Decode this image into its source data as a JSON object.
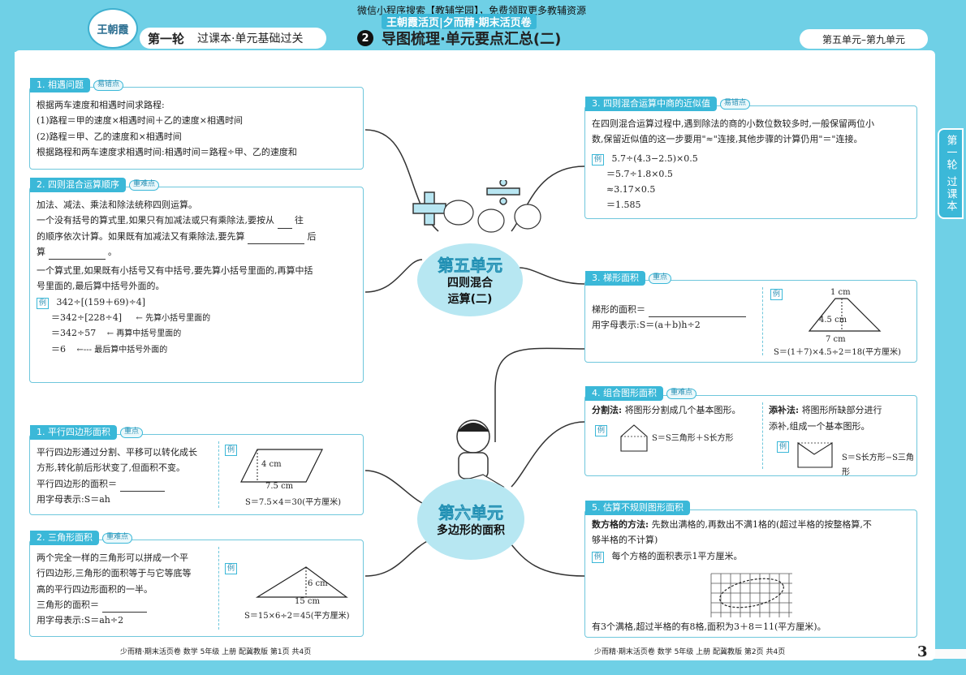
{
  "header": {
    "watermark": "微信小程序搜索【教辅学园】，免费领取更多教辅资源",
    "series": "王朝霞活页|夕而精·期末活页卷",
    "logo": "王朝霞",
    "round": "第一轮",
    "round_desc": "过课本·单元基础过关",
    "section_no": "2",
    "title": "导图梳理·单元要点汇总(二)",
    "range": "第五单元–第九单元"
  },
  "side_tab": "第一轮 过课本",
  "units": [
    {
      "name": "第五单元",
      "sub": "四则混合运算(二)",
      "sub1": "四则混合",
      "sub2": "运算(二)"
    },
    {
      "name": "第六单元",
      "sub": "多边形的面积"
    }
  ],
  "left": {
    "b1": {
      "label": "1. 相遇问题",
      "tag": "易错点",
      "lines": [
        "根据两车速度和相遇时间求路程:",
        "(1)路程＝甲的速度×相遇时间＋乙的速度×相遇时间",
        "(2)路程＝甲、乙的速度和×相遇时间",
        "根据路程和两车速度求相遇时间:相遇时间＝路程÷甲、乙的速度和"
      ]
    },
    "b2": {
      "label": "2. 四则混合运算顺序",
      "tag": "重难点",
      "l1": "加法、减法、乘法和除法统称四则运算。",
      "l2a": "一个没有括号的算式里,如果只有加减法或只有乘除法,要按从",
      "l2b": "往",
      "l3a": "的顺序依次计算。如果既有加减法又有乘除法,要先算",
      "l3b": "后",
      "l4a": "算",
      "l4b": "。",
      "l5": "一个算式里,如果既有小括号又有中括号,要先算小括号里面的,再算中括",
      "l6": "号里面的,最后算中括号外面的。",
      "ex": "例",
      "e1": "342÷[(159＋69)÷4]",
      "e2": "＝342÷[228÷4]",
      "n2": "先算小括号里面的",
      "e3": "＝342÷57",
      "n3": "再算中括号里面的",
      "e4": "＝6",
      "n4": "最后算中括号外面的"
    },
    "b3": {
      "label": "1. 平行四边形面积",
      "tag": "重点",
      "lines": [
        "平行四边形通过分割、平移可以转化成长",
        "方形,转化前后形状变了,但面积不变。"
      ],
      "formula_label": "平行四边形的面积＝",
      "letters": "用字母表示:S＝ah",
      "ex": "例",
      "dim_h": "4 cm",
      "dim_b": "7.5 cm",
      "result": "S＝7.5×4＝30(平方厘米)"
    },
    "b4": {
      "label": "2. 三角形面积",
      "tag": "重难点",
      "lines": [
        "两个完全一样的三角形可以拼成一个平",
        "行四边形,三角形的面积等于与它等底等",
        "高的平行四边形面积的一半。"
      ],
      "formula_label": "三角形的面积＝",
      "letters": "用字母表示:S＝ah÷2",
      "ex": "例",
      "dim_h": "6 cm",
      "dim_b": "15 cm",
      "result": "S＝15×6÷2＝45(平方厘米)"
    }
  },
  "right": {
    "b1": {
      "label": "3. 四则混合运算中商的近似值",
      "tag": "易错点",
      "l1": "在四则混合运算过程中,遇到除法的商的小数位数较多时,一般保留两位小",
      "l2": "数,保留近似值的这一步要用\"≈\"连接,其他步骤的计算仍用\"＝\"连接。",
      "ex": "例",
      "steps": [
        "5.7÷(4.3−2.5)×0.5",
        "＝5.7÷1.8×0.5",
        "≈3.17×0.5",
        "＝1.585"
      ]
    },
    "b2": {
      "label": "3. 梯形面积",
      "tag": "重点",
      "formula_label": "梯形的面积＝",
      "letters": "用字母表示:S＝(a＋b)h÷2",
      "ex": "例",
      "dim_top": "1 cm",
      "dim_h": "4.5 cm",
      "dim_b": "7 cm",
      "result": "S＝(1＋7)×4.5÷2＝18(平方厘米)"
    },
    "b3": {
      "label": "4. 组合图形面积",
      "tag": "重难点",
      "split_title": "分割法:",
      "split_text": "将图形分割成几个基本图形。",
      "fill_title": "添补法:",
      "fill_text1": "将图形所缺部分进行",
      "fill_text2": "添补,组成一个基本图形。",
      "ex": "例",
      "split_formula": "S＝S三角形＋S长方形",
      "fill_formula": "S＝S长方形−S三角形"
    },
    "b4": {
      "label": "5. 估算不规则图形面积",
      "l1a": "数方格的方法:",
      "l1b": "先数出满格的,再数出不满1格的(超过半格的按整格算,不",
      "l2": "够半格的不计算)",
      "ex": "例",
      "l3": "每个方格的面积表示1平方厘米。",
      "l4": "有3个满格,超过半格的有8格,面积为3＋8＝11(平方厘米)。"
    }
  },
  "footer": {
    "left": "少而精·期末活页卷   数学   5年级   上册   配冀教版   第1页   共4页",
    "right": "少而精·期末活页卷   数学   5年级   上册   配冀教版   第2页   共4页",
    "page": "3"
  }
}
